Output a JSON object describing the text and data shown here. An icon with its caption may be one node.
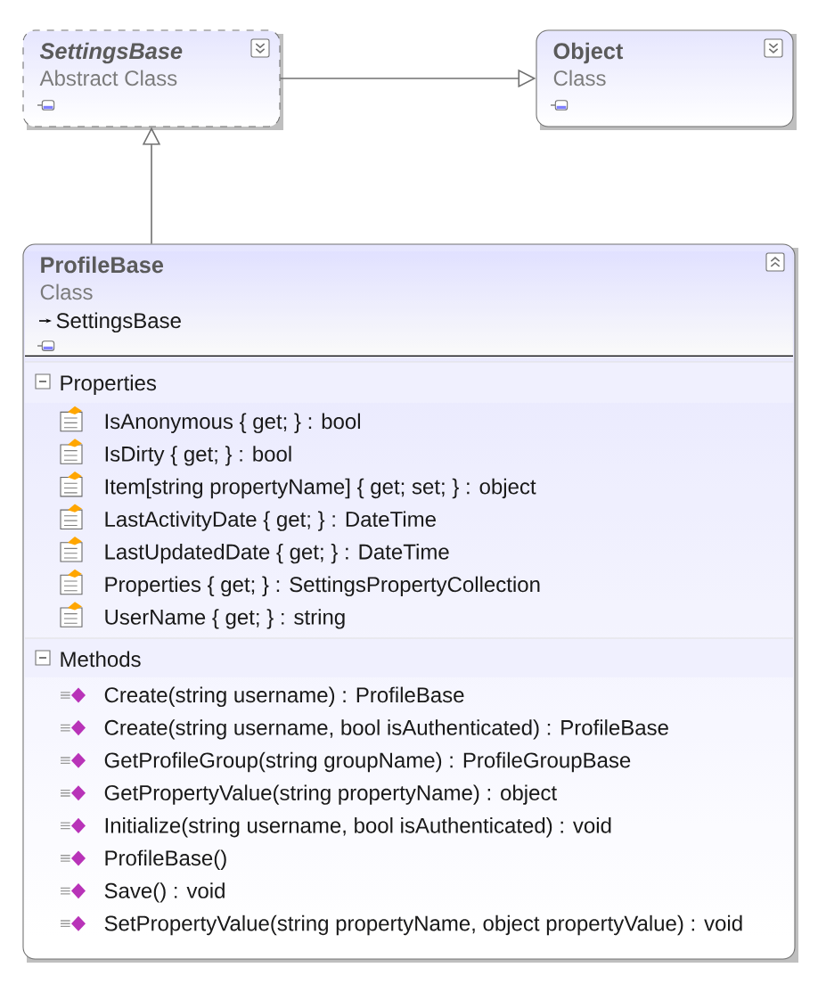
{
  "diagram": {
    "nodes": [
      {
        "text": [
          "SettingsBase",
          "Abstract Class"
        ]
      },
      {
        "text": [
          "Object",
          "Class"
        ]
      },
      {
        "text": [
          "ProfileBase",
          "Class",
          "SettingsBase"
        ]
      },
      {
        "text": [
          "Properties",
          "IsAnonymous { get; } : bool",
          "IsDirty { get; } : bool",
          "Item[string propertyName] { get; set; } : object",
          "LastActivityDate { get; } : DateTime",
          "LastUpdatedDate { get; } : DateTime",
          "Properties { get; } : SettingsPropertyCollection",
          "UserName { get; } : string"
        ],
        "in": 2
      },
      {
        "text": [
          "Methods",
          "Create(string username) : ProfileBase",
          "Create(string username, bool isAuthenticated) : ProfileBase",
          "GetProfileGroup(string groupName) : ProfileGroupBase",
          "GetPropertyValue(string propertyName) : object",
          "Initialize(string username, bool isAuthenticated) : void",
          "ProfileBase()",
          "Save() : void",
          "SetPropertyValue(string propertyName, object propertyValue) : void"
        ],
        "in": 2
      }
    ],
    "edges": [
      {
        "from": 0,
        "to": 1,
        "arrow": "to"
      },
      {
        "from": 2,
        "to": 0,
        "arrow": "to"
      }
    ]
  }
}
